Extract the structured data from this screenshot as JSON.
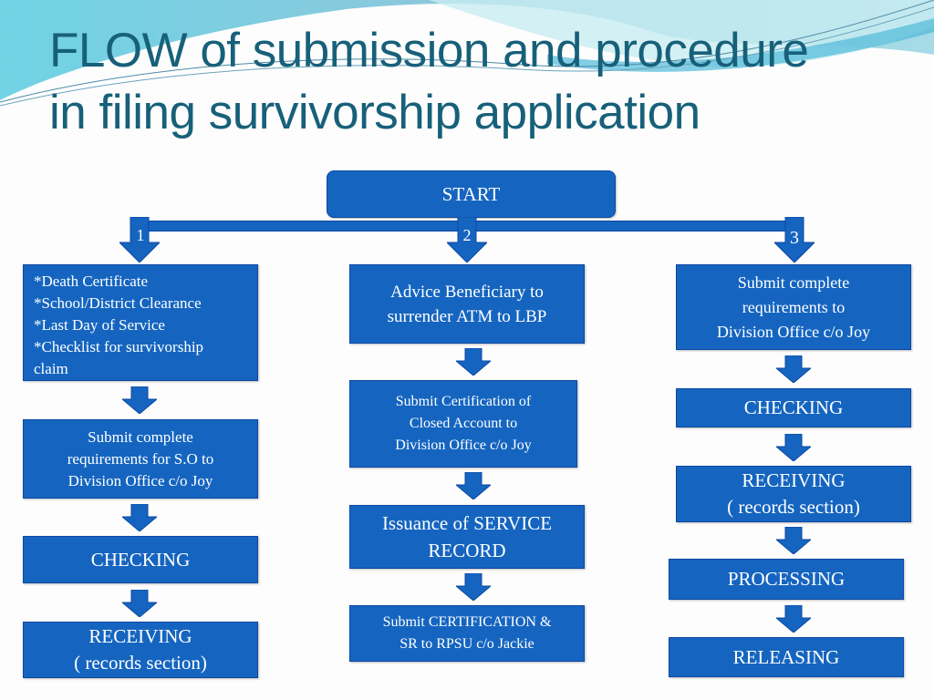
{
  "slide": {
    "title_lines": [
      "FLOW of submission and procedure",
      "in filing survivorship application"
    ],
    "colors": {
      "title": "#17607a",
      "box_fill": "#1565c0",
      "box_border": "#0d47a1",
      "box_text": "#ffffff",
      "background": "#fdfdfd",
      "wave_light": "#a8dbe4",
      "wave_cyan": "#5ccde0"
    }
  },
  "flowchart": {
    "start": "START",
    "branch_numbers": [
      "1",
      "2",
      "3"
    ],
    "columns": [
      {
        "branch": "1",
        "steps": [
          {
            "lines": [
              "*Death Certificate",
              "*School/District Clearance",
              "*Last Day of Service",
              "*Checklist for survivorship",
              "claim"
            ]
          },
          {
            "lines": [
              "Submit complete",
              "requirements for S.O to",
              "Division Office c/o Joy"
            ]
          },
          {
            "lines": [
              "CHECKING"
            ]
          },
          {
            "lines": [
              "RECEIVING",
              "( records section)"
            ]
          }
        ]
      },
      {
        "branch": "2",
        "steps": [
          {
            "lines": [
              "Advice Beneficiary to",
              "surrender ATM to LBP"
            ]
          },
          {
            "lines": [
              "Submit Certification of",
              "Closed Account to",
              "Division Office c/o Joy"
            ]
          },
          {
            "lines": [
              "Issuance of SERVICE",
              "RECORD"
            ]
          },
          {
            "lines": [
              "Submit CERTIFICATION &",
              "SR to RPSU c/o Jackie"
            ]
          }
        ]
      },
      {
        "branch": "3",
        "steps": [
          {
            "lines": [
              "Submit complete",
              "requirements to",
              "Division Office c/o Joy"
            ]
          },
          {
            "lines": [
              "CHECKING"
            ]
          },
          {
            "lines": [
              "RECEIVING",
              "( records section)"
            ]
          },
          {
            "lines": [
              "PROCESSING"
            ]
          },
          {
            "lines": [
              "RELEASING"
            ]
          }
        ]
      }
    ]
  }
}
